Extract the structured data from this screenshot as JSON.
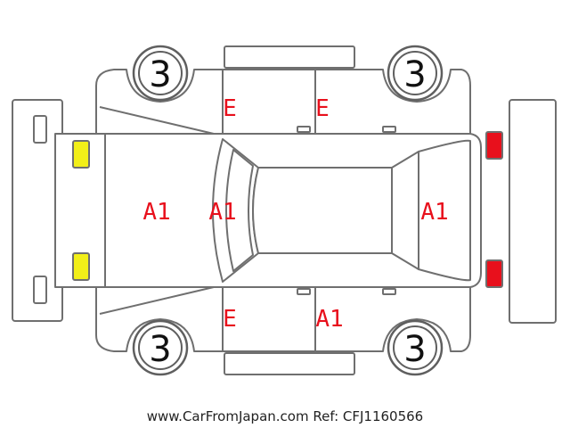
{
  "colors": {
    "damage_code": "#e8101c",
    "front_lights": "#f2ef18",
    "rear_lights": "#e8101c",
    "outline": "#6f6f6f"
  },
  "tires": {
    "front_left": "3",
    "front_right": "3",
    "rear_left": "3",
    "rear_right": "3"
  },
  "damage_codes": {
    "hood": "A1",
    "windshield": "A1",
    "rear_window": "A1",
    "top_front_door": "E",
    "top_rear_door": "E",
    "bottom_front_door": "E",
    "bottom_rear_door": "A1"
  },
  "footer": {
    "text": "www.CarFromJapan.com Ref: CFJ1160566"
  }
}
